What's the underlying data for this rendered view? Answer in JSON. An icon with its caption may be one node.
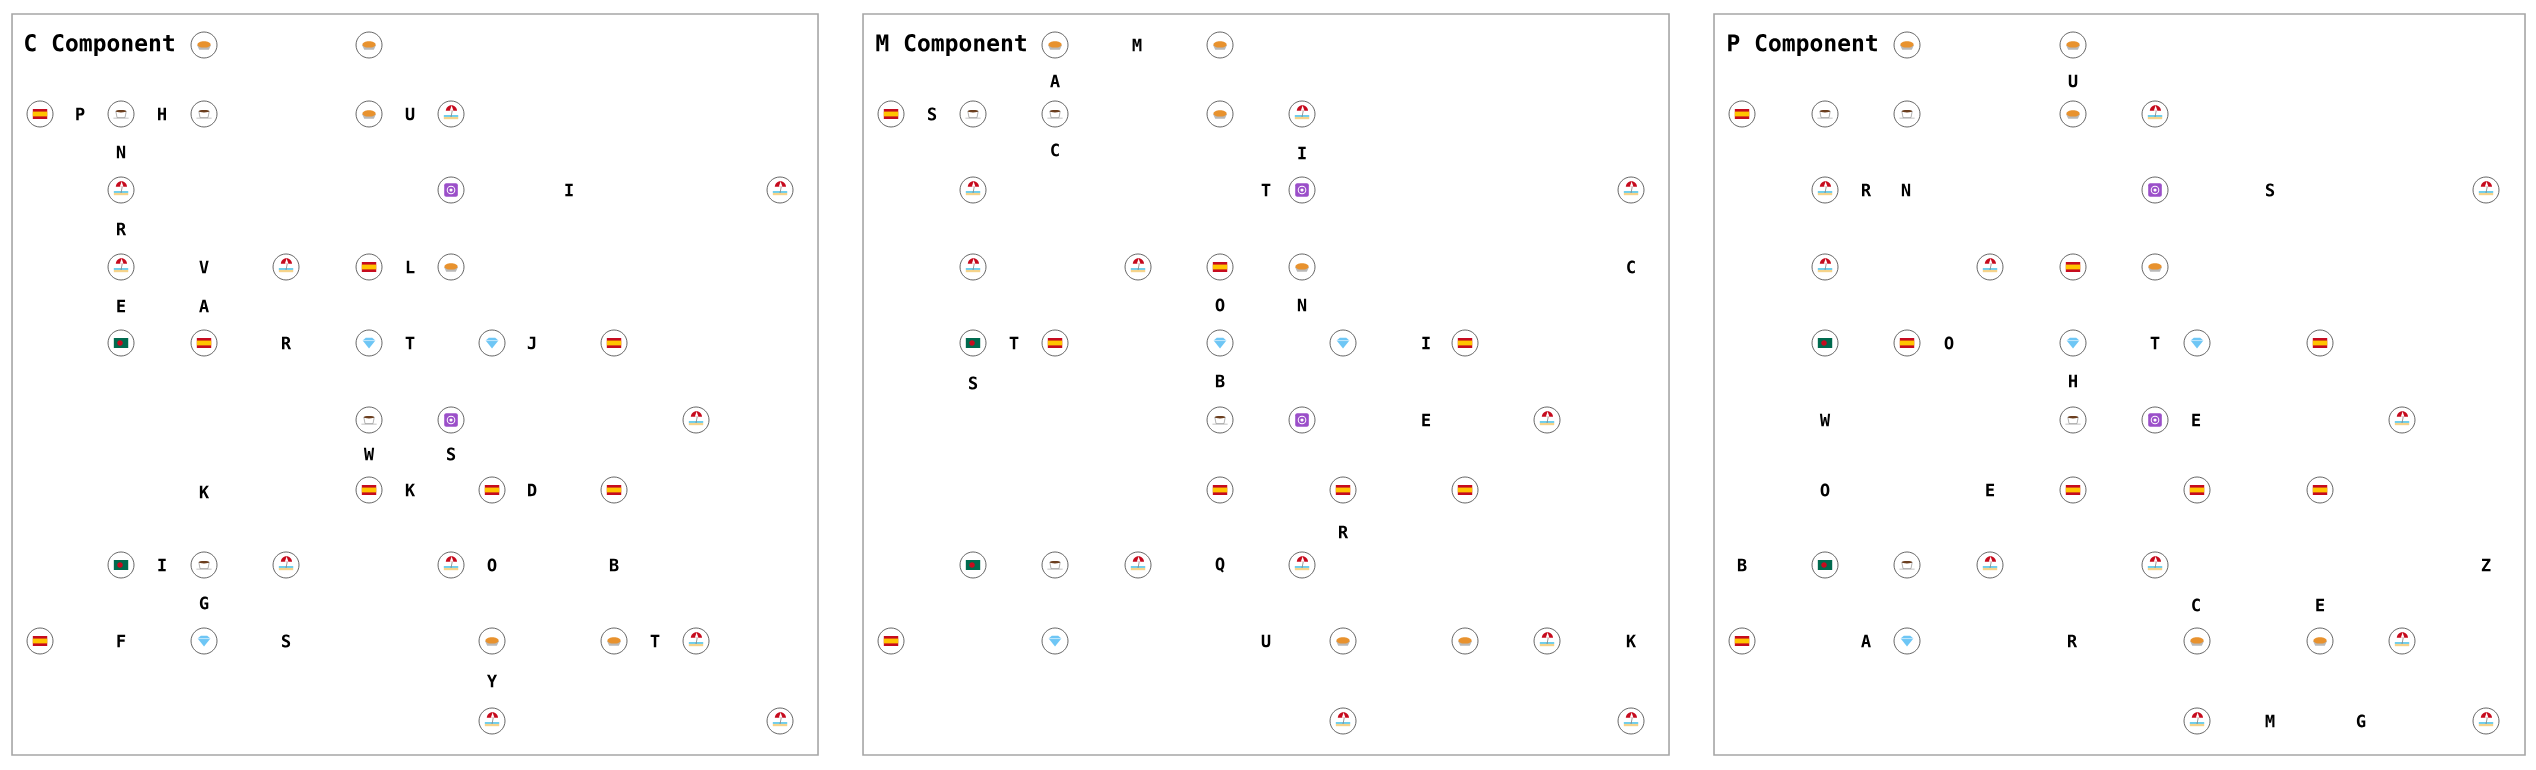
{
  "diagram": {
    "nodes": [
      {
        "text": [
          "C Component"
        ]
      },
      {
        "text": [],
        "shape": "circle",
        "in": 0
      },
      {
        "text": [],
        "shape": "circle",
        "in": 0
      },
      {
        "text": [],
        "shape": "circle",
        "in": 0
      },
      {
        "text": [],
        "shape": "circle",
        "in": 0
      },
      {
        "text": [],
        "shape": "circle",
        "in": 0
      },
      {
        "text": [],
        "shape": "circle",
        "in": 0
      },
      {
        "text": [],
        "shape": "circle",
        "in": 0
      },
      {
        "text": [],
        "shape": "circle",
        "in": 0
      },
      {
        "text": [],
        "shape": "circle",
        "in": 0
      },
      {
        "text": [],
        "shape": "circle",
        "in": 0
      },
      {
        "text": [],
        "shape": "circle",
        "in": 0
      },
      {
        "text": [],
        "shape": "circle",
        "in": 0
      },
      {
        "text": [],
        "shape": "circle",
        "in": 0
      },
      {
        "text": [],
        "shape": "circle",
        "in": 0
      },
      {
        "text": [],
        "shape": "circle",
        "in": 0
      },
      {
        "text": [],
        "shape": "circle",
        "in": 0
      },
      {
        "text": [],
        "shape": "circle",
        "in": 0
      },
      {
        "text": [],
        "shape": "circle",
        "in": 0
      },
      {
        "text": [],
        "shape": "circle",
        "in": 0
      },
      {
        "text": [],
        "shape": "circle",
        "in": 0
      },
      {
        "text": [],
        "shape": "circle",
        "in": 0
      },
      {
        "text": [],
        "shape": "circle",
        "in": 0
      },
      {
        "text": [],
        "shape": "circle",
        "in": 0
      },
      {
        "text": [],
        "shape": "circle",
        "in": 0
      },
      {
        "text": [],
        "shape": "circle",
        "in": 0
      },
      {
        "text": [],
        "shape": "circle",
        "in": 0
      },
      {
        "text": [],
        "shape": "circle",
        "in": 0
      },
      {
        "text": [],
        "shape": "circle",
        "in": 0
      },
      {
        "text": [],
        "shape": "circle",
        "in": 0
      },
      {
        "text": [],
        "shape": "circle",
        "in": 0
      },
      {
        "text": [],
        "shape": "circle",
        "in": 0
      },
      {
        "text": [],
        "shape": "circle",
        "in": 0
      },
      {
        "text": [],
        "shape": "circle",
        "in": 0
      },
      {
        "text": [],
        "shape": "circle",
        "in": 0
      },
      {
        "text": [],
        "shape": "circle",
        "in": 0
      },
      {
        "text": [],
        "shape": "circle",
        "in": 0
      },
      {
        "text": [
          "M Component"
        ]
      },
      {
        "text": [],
        "shape": "circle",
        "in": 37
      },
      {
        "text": [],
        "shape": "circle",
        "in": 37
      },
      {
        "text": [],
        "shape": "circle",
        "in": 37
      },
      {
        "text": [],
        "shape": "circle",
        "in": 37
      },
      {
        "text": [],
        "shape": "circle",
        "in": 37
      },
      {
        "text": [],
        "shape": "circle",
        "in": 37
      },
      {
        "text": [],
        "shape": "circle",
        "in": 37
      },
      {
        "text": [],
        "shape": "circle",
        "in": 37
      },
      {
        "text": [],
        "shape": "circle",
        "in": 37
      },
      {
        "text": [],
        "shape": "circle",
        "in": 37
      },
      {
        "text": [],
        "shape": "circle",
        "in": 37
      },
      {
        "text": [],
        "shape": "circle",
        "in": 37
      },
      {
        "text": [],
        "shape": "circle",
        "in": 37
      },
      {
        "text": [],
        "shape": "circle",
        "in": 37
      },
      {
        "text": [],
        "shape": "circle",
        "in": 37
      },
      {
        "text": [],
        "shape": "circle",
        "in": 37
      },
      {
        "text": [],
        "shape": "circle",
        "in": 37
      },
      {
        "text": [],
        "shape": "circle",
        "in": 37
      },
      {
        "text": [],
        "shape": "circle",
        "in": 37
      },
      {
        "text": [],
        "shape": "circle",
        "in": 37
      },
      {
        "text": [],
        "shape": "circle",
        "in": 37
      },
      {
        "text": [],
        "shape": "circle",
        "in": 37
      },
      {
        "text": [],
        "shape": "circle",
        "in": 37
      },
      {
        "text": [],
        "shape": "circle",
        "in": 37
      },
      {
        "text": [],
        "shape": "circle",
        "in": 37
      },
      {
        "text": [],
        "shape": "circle",
        "in": 37
      },
      {
        "text": [],
        "shape": "circle",
        "in": 37
      },
      {
        "text": [],
        "shape": "circle",
        "in": 37
      },
      {
        "text": [],
        "shape": "circle",
        "in": 37
      },
      {
        "text": [],
        "shape": "circle",
        "in": 37
      },
      {
        "text": [],
        "shape": "circle",
        "in": 37
      },
      {
        "text": [],
        "shape": "circle",
        "in": 37
      },
      {
        "text": [],
        "shape": "circle",
        "in": 37
      },
      {
        "text": [],
        "shape": "circle",
        "in": 37
      },
      {
        "text": [],
        "shape": "circle",
        "in": 37
      },
      {
        "text": [],
        "shape": "circle",
        "in": 37
      },
      {
        "text": [
          "P Component"
        ]
      },
      {
        "text": [],
        "shape": "circle",
        "in": 74
      },
      {
        "text": [],
        "shape": "circle",
        "in": 74
      },
      {
        "text": [],
        "shape": "circle",
        "in": 74
      },
      {
        "text": [],
        "shape": "circle",
        "in": 74
      },
      {
        "text": [],
        "shape": "circle",
        "in": 74
      },
      {
        "text": [],
        "shape": "circle",
        "in": 74
      },
      {
        "text": [],
        "shape": "circle",
        "in": 74
      },
      {
        "text": [],
        "shape": "circle",
        "in": 74
      },
      {
        "text": [],
        "shape": "circle",
        "in": 74
      },
      {
        "text": [],
        "shape": "circle",
        "in": 74
      },
      {
        "text": [],
        "shape": "circle",
        "in": 74
      },
      {
        "text": [],
        "shape": "circle",
        "in": 74
      },
      {
        "text": [],
        "shape": "circle",
        "in": 74
      },
      {
        "text": [],
        "shape": "circle",
        "in": 74
      },
      {
        "text": [],
        "shape": "circle",
        "in": 74
      },
      {
        "text": [],
        "shape": "circle",
        "in": 74
      },
      {
        "text": [],
        "shape": "circle",
        "in": 74
      },
      {
        "text": [],
        "shape": "circle",
        "in": 74
      },
      {
        "text": [],
        "shape": "circle",
        "in": 74
      },
      {
        "text": [],
        "shape": "circle",
        "in": 74
      },
      {
        "text": [],
        "shape": "circle",
        "in": 74
      },
      {
        "text": [],
        "shape": "circle",
        "in": 74
      },
      {
        "text": [],
        "shape": "circle",
        "in": 74
      },
      {
        "text": [],
        "shape": "circle",
        "in": 74
      },
      {
        "text": [],
        "shape": "circle",
        "in": 74
      },
      {
        "text": [],
        "shape": "circle",
        "in": 74
      },
      {
        "text": [],
        "shape": "circle",
        "in": 74
      },
      {
        "text": [],
        "shape": "circle",
        "in": 74
      },
      {
        "text": [],
        "shape": "circle",
        "in": 74
      },
      {
        "text": [],
        "shape": "circle",
        "in": 74
      },
      {
        "text": [],
        "shape": "circle",
        "in": 74
      },
      {
        "text": [],
        "shape": "circle",
        "in": 74
      },
      {
        "text": [],
        "shape": "circle",
        "in": 74
      },
      {
        "text": [],
        "shape": "circle",
        "in": 74
      },
      {
        "text": [],
        "shape": "circle",
        "in": 74
      },
      {
        "text": [],
        "shape": "circle",
        "in": 74
      }
    ],
    "labels": [
      "P",
      "H",
      "U",
      "N",
      "I",
      "R",
      "V",
      "L",
      "E",
      "A",
      "R",
      "T",
      "J",
      "W",
      "S",
      "K",
      "K",
      "D",
      "I",
      "O",
      "B",
      "G",
      "F",
      "S",
      "T",
      "Y",
      "M",
      "A",
      "S",
      "C",
      "I",
      "T",
      "C",
      "O",
      "N",
      "T",
      "I",
      "S",
      "B",
      "E",
      "R",
      "Q",
      "U",
      "K",
      "U",
      "R",
      "N",
      "S",
      "O",
      "T",
      "H",
      "W",
      "E",
      "O",
      "E",
      "B",
      "Z",
      "C",
      "E",
      "A",
      "R",
      "M",
      "G"
    ]
  }
}
